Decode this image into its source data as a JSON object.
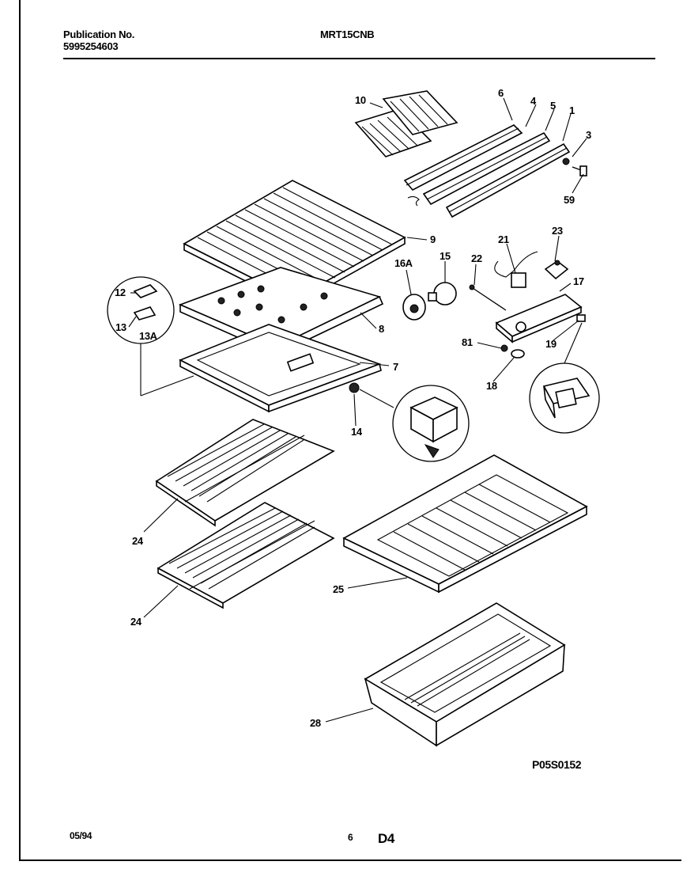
{
  "header": {
    "pub_label": "Publication No.",
    "pub_number": "5995254603",
    "model": "MRT15CNB"
  },
  "footer": {
    "date": "05/94",
    "page": "6",
    "section": "D4",
    "figure_id": "P05S0152"
  },
  "callouts": [
    "10",
    "6",
    "4",
    "5",
    "1",
    "3",
    "59",
    "9",
    "21",
    "23",
    "16A",
    "15",
    "22",
    "17",
    "12",
    "13",
    "13A",
    "8",
    "81",
    "19",
    "7",
    "18",
    "14",
    "24",
    "24",
    "25",
    "28"
  ]
}
